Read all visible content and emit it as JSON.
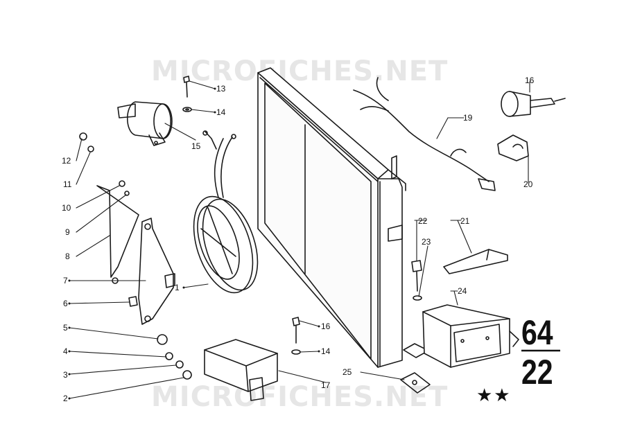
{
  "watermark": "MICROFICHES.NET",
  "section": {
    "group": "64",
    "subgroup": "22"
  },
  "rating": "★★",
  "callouts": {
    "c1": "1",
    "c2": "2",
    "c3": "3",
    "c4": "4",
    "c5": "5",
    "c6": "6",
    "c7": "7",
    "c8": "8",
    "c9": "9",
    "c10": "10",
    "c11": "11",
    "c12": "12",
    "c13": "13",
    "c14a": "14",
    "c14b": "14",
    "c15": "15",
    "c16a": "16",
    "c16b": "16",
    "c17": "17",
    "c19": "19",
    "c20": "20",
    "c21": "21",
    "c22": "22",
    "c23": "23",
    "c24": "24",
    "c25": "25"
  }
}
